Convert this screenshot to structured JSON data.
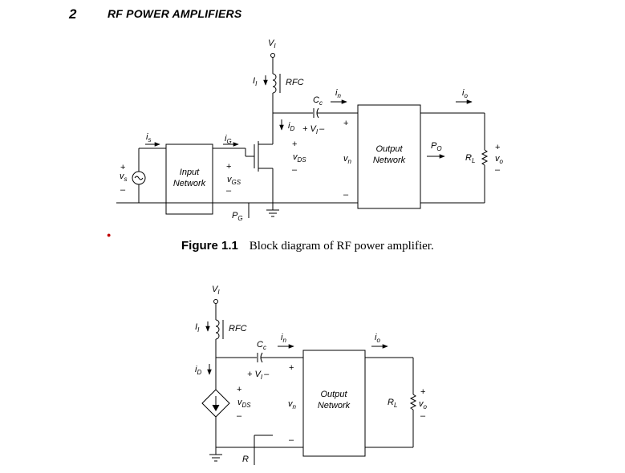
{
  "header": {
    "page_number": "2",
    "chapter_title": "RF POWER AMPLIFIERS"
  },
  "figure_caption": {
    "label": "Figure 1.1",
    "text": "Block diagram of RF power amplifier."
  },
  "figure1": {
    "labels": {
      "supply": "V",
      "supply_sub": "I",
      "supply_current": "I",
      "supply_current_sub": "I",
      "rfc": "RFC",
      "coupling_cap": "C",
      "coupling_cap_sub": "c",
      "network_current": "i",
      "network_current_sub": "n",
      "output_current": "i",
      "output_current_sub": "o",
      "drain_current": "i",
      "drain_current_sub": "D",
      "cap_voltage": "+ V",
      "cap_voltage_sub": "I",
      "cap_voltage_minus": "–",
      "source_current": "i",
      "source_current_sub": "s",
      "gate_current": "i",
      "gate_current_sub": "G",
      "source_voltage": "v",
      "source_voltage_sub": "s",
      "input_network_line1": "Input",
      "input_network_line2": "Network",
      "gate_voltage": "v",
      "gate_voltage_sub": "GS",
      "drain_voltage": "v",
      "drain_voltage_sub": "DS",
      "network_voltage": "v",
      "network_voltage_sub": "n",
      "output_network_line1": "Output",
      "output_network_line2": "Network",
      "output_power": "P",
      "output_power_sub": "O",
      "load": "R",
      "load_sub": "L",
      "output_voltage": "v",
      "output_voltage_sub": "o",
      "gate_power": "P",
      "gate_power_sub": "G",
      "plus": "+",
      "minus": "–"
    }
  },
  "figure2": {
    "labels": {
      "supply": "V",
      "supply_sub": "I",
      "supply_current": "I",
      "supply_current_sub": "I",
      "rfc": "RFC",
      "coupling_cap": "C",
      "coupling_cap_sub": "c",
      "network_current": "i",
      "network_current_sub": "n",
      "output_current": "i",
      "output_current_sub": "o",
      "drain_current": "i",
      "drain_current_sub": "D",
      "cap_voltage": "+ V",
      "cap_voltage_sub": "I",
      "cap_voltage_minus": "–",
      "drain_voltage": "v",
      "drain_voltage_sub": "DS",
      "network_voltage": "v",
      "network_voltage_sub": "n",
      "output_network_line1": "Output",
      "output_network_line2": "Network",
      "load": "R",
      "load_sub": "L",
      "output_voltage": "v",
      "output_voltage_sub": "o",
      "resistance": "R",
      "plus": "+",
      "minus": "–"
    }
  }
}
